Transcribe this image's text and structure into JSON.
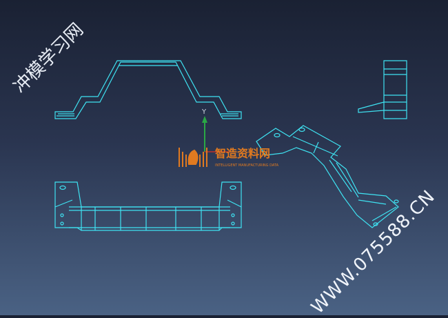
{
  "watermarks": {
    "top_left": "冲模学习网",
    "bottom_right": "WWW.075588.CN"
  },
  "logo": {
    "name": "智造资料网",
    "subtitle": "INTELLIGENT MANUFACTURING DATA",
    "color": "#e07a20"
  },
  "axis": {
    "y_label": "Y"
  },
  "colors": {
    "lines": "#3fe3f2",
    "y_axis": "#2aa845",
    "x_axis": "#c0302a"
  }
}
